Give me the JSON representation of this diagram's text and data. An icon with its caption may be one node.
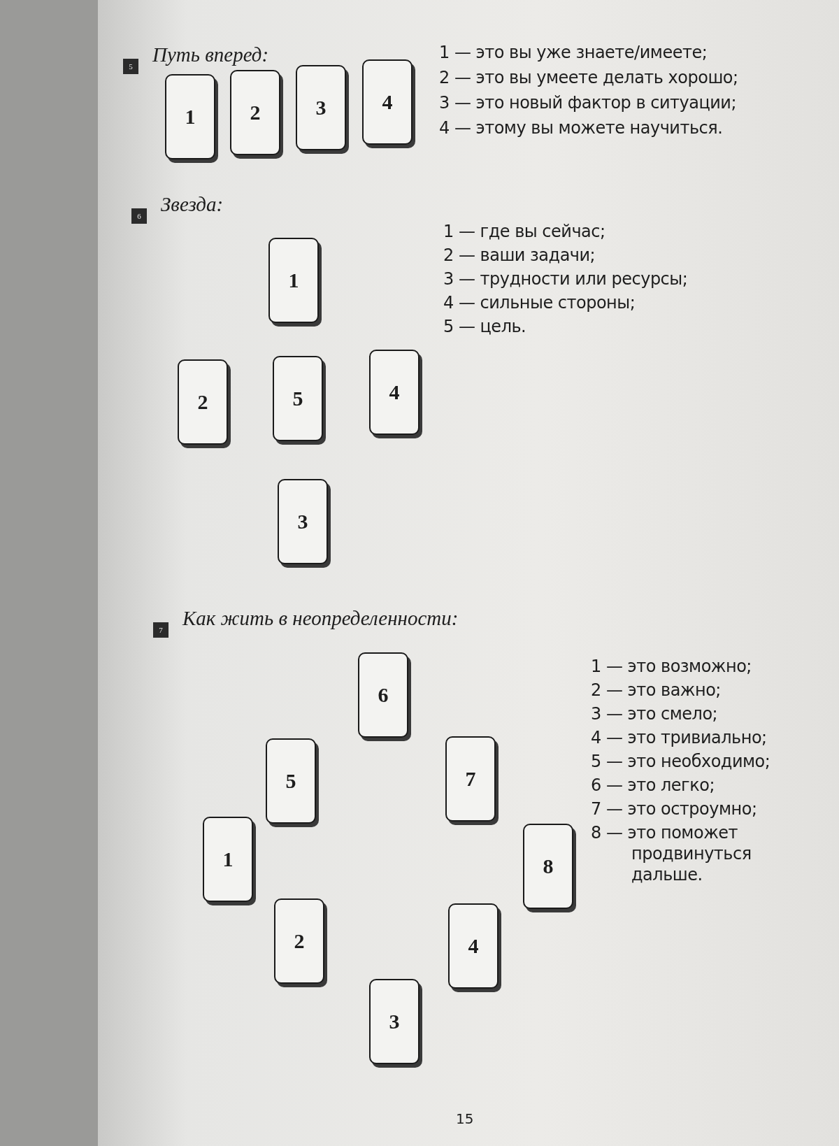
{
  "diagram": {
    "nodes": [
      {
        "text": [
          "5"
        ],
        "beside": [
          "Путь вперед:"
        ]
      },
      {
        "text": [
          "1"
        ]
      },
      {
        "text": [
          "2"
        ]
      },
      {
        "text": [
          "3"
        ]
      },
      {
        "text": [
          "4"
        ]
      },
      {
        "text": [
          "6"
        ],
        "beside": [
          "Звезда:"
        ]
      },
      {
        "text": [
          "1"
        ]
      },
      {
        "text": [
          "2"
        ]
      },
      {
        "text": [
          "5"
        ]
      },
      {
        "text": [
          "4"
        ]
      },
      {
        "text": [
          "3"
        ]
      },
      {
        "text": [
          "7"
        ],
        "beside": [
          "Как жить в неопределенности:"
        ]
      },
      {
        "text": [
          "6"
        ]
      },
      {
        "text": [
          "5"
        ]
      },
      {
        "text": [
          "7"
        ]
      },
      {
        "text": [
          "1"
        ]
      },
      {
        "text": [
          "8"
        ]
      },
      {
        "text": [
          "2"
        ]
      },
      {
        "text": [
          "4"
        ]
      },
      {
        "text": [
          "3"
        ]
      }
    ],
    "edges": [],
    "labels": [
      "1 — это вы уже знаете/имеете;",
      "2 — это вы умеете делать хорошо;",
      "3 — это новый фактор в ситуации;",
      "4 — этому вы можете научиться.",
      "1 — где вы сейчас;",
      "2 — ваши задачи;",
      "3 — трудности или ресурсы;",
      "4 — сильные стороны;",
      "5 — цель.",
      "1 — это возможно;",
      "2 — это важно;",
      "3 — это смело;",
      "4 — это тривиально;",
      "5 — это необходимо;",
      "6 — это легко;",
      "7 — это остроумно;",
      "8 — это поможет продвинуться дальше.",
      "15"
    ]
  }
}
